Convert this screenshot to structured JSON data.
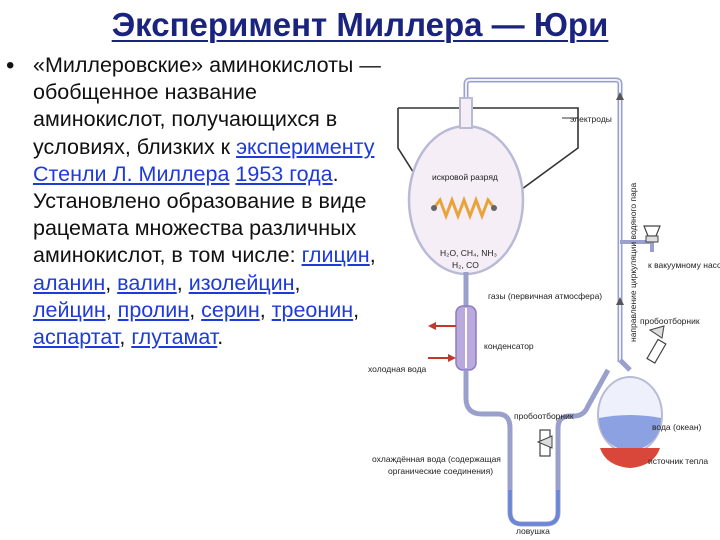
{
  "title": "Эксперимент Миллера — Юри",
  "bullet": "•",
  "text": {
    "p1": "«Миллеровские» аминокислоты — обобщенное название аминокислот, получающихся в условиях, близких к ",
    "link_experiment": "эксперименту Стенли Л. Миллера",
    "sp": " ",
    "link_year": "1953 года",
    "p2": ". Установлено образование в виде рацемата множества различных аминокислот, в том числе: ",
    "amino": [
      "глицин",
      "аланин",
      "валин",
      "изолейцин",
      "лейцин",
      "пролин",
      "серин",
      "треонин",
      "аспартат",
      "глутамат"
    ],
    "sep": ", ",
    "end": "."
  },
  "diagram": {
    "electrodes": "электроды",
    "spark": "искровой разряд",
    "chem1": "H₂O, CH₄, NH₃",
    "chem2": "H₂, CO",
    "gases": "газы (первичная атмосфера)",
    "circulation": "направление циркуляции водяного пара",
    "vacuum": "к вакуумному насосу",
    "condenser": "конденсатор",
    "cold_water": "холодная вода",
    "sampler_top": "пробоотборник",
    "sampler_bottom": "пробоотборник",
    "cooled1": "охлаждённая вода (содержащая",
    "cooled2": "органические соединения)",
    "trap": "ловушка",
    "water": "вода (океан)",
    "heat": "источник тепла"
  },
  "colors": {
    "title": "#1a237e",
    "link": "#1e3bd9",
    "glass": "#c7cbe6",
    "tube": "#9aa0cc",
    "flask": "#f6eef6",
    "condenser": "#b9a9dc",
    "water": "#6b86d8",
    "heat": "#d9473a",
    "spark": "#e8a33a"
  }
}
